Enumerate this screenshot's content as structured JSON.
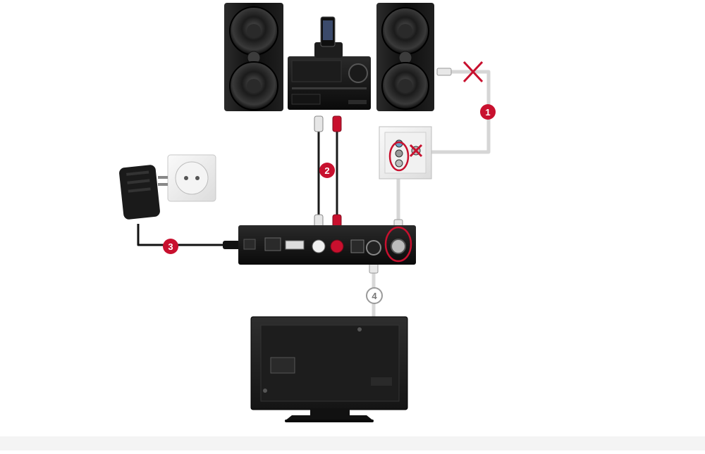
{
  "steps": [
    {
      "label": "1",
      "color": "#c8102e"
    },
    {
      "label": "2",
      "color": "#c8102e"
    },
    {
      "label": "3",
      "color": "#c8102e"
    },
    {
      "label": "4",
      "color": "#9a9a9a"
    }
  ],
  "colors": {
    "device_black": "#111111",
    "cable_white": "#d8d8d8",
    "cable_red": "#c8102e",
    "cable_black": "#1a1a1a",
    "highlight_red": "#c8102e",
    "wall_plate": "#ececec"
  },
  "icons": [
    "speaker-left-icon",
    "speaker-right-icon",
    "micro-hifi-unit-icon",
    "smartphone-dock-icon",
    "wall-antenna-socket-icon",
    "power-outlet-icon",
    "power-adapter-icon",
    "set-top-box-icon",
    "tv-back-icon",
    "disconnect-x-icon"
  ]
}
